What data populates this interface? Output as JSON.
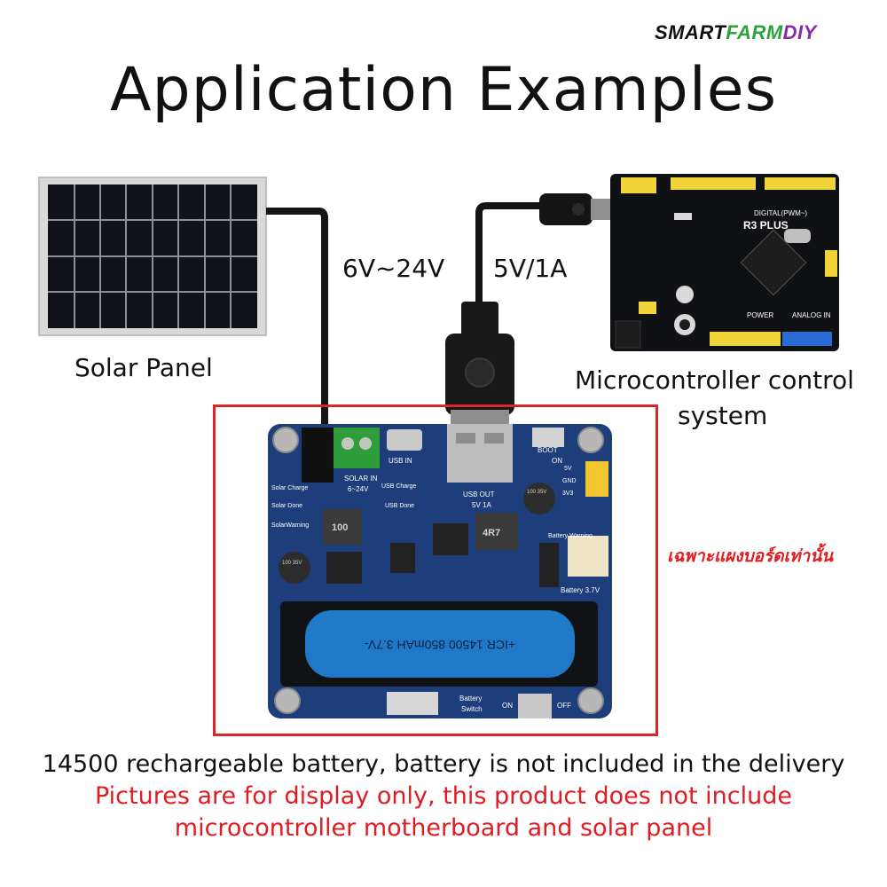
{
  "brand": {
    "part1": "SMART",
    "part2": "FARM",
    "part3": "DIY"
  },
  "title": "Application Examples",
  "labels": {
    "solar_panel": "Solar Panel",
    "voltage_in": "6V~24V",
    "voltage_out": "5V/1A",
    "mcu_line1": "Microcontroller control",
    "mcu_line2": "system"
  },
  "board": {
    "solar_in": "SOLAR IN",
    "solar_range": "6~24V",
    "usb_in": "USB IN",
    "usb_out": "USB OUT",
    "usb_out_rating": "5V 1A",
    "boot": "BOOT",
    "on": "ON",
    "off": "OFF",
    "pin_5v": "5V",
    "pin_gnd": "GND",
    "pin_3v3": "3V3",
    "solar_charge": "Solar Charge",
    "solar_done": "Solar Done",
    "solar_warning": "SolarWarning",
    "usb_charge": "USB Charge",
    "usb_done": "USB Done",
    "battery_warning": "Battery Warning",
    "battery_37": "Battery 3.7V",
    "battery_switch_1": "Battery",
    "battery_switch_2": "Switch",
    "inductor_1": "100",
    "inductor_2": "4R7",
    "cap_1": "100 35V",
    "cap_2": "100 35V",
    "battery_text": "+ICR 14500 850mAH 3.7V-"
  },
  "arduino": {
    "model": "R3 PLUS",
    "digital": "DIGITAL(PWM~)",
    "power": "POWER",
    "analog": "ANALOG IN"
  },
  "note_thai": "เฉพาะแผงบอร์ดเท่านั้น",
  "footer": {
    "line1": "14500 rechargeable battery, battery is not included in the delivery",
    "line2": "Pictures are for display only, this product does not include",
    "line3": "microcontroller motherboard and solar panel"
  },
  "colors": {
    "accent_red": "#e11b22",
    "board_blue": "#1d3e7a",
    "battery_blue": "#1f78c8"
  }
}
